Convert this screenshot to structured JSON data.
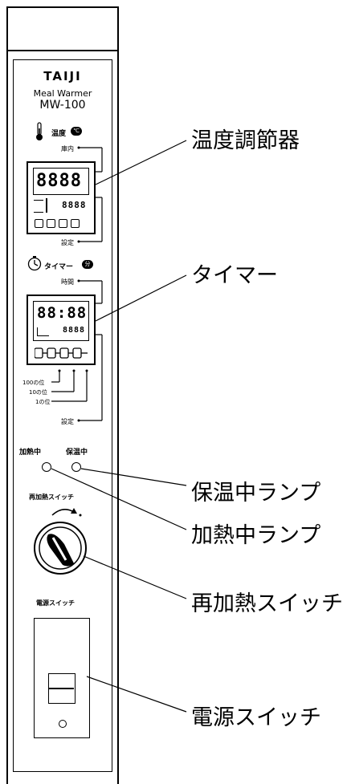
{
  "brand": {
    "name": "TAIJI",
    "product": "Meal Warmer",
    "model": "MW-100"
  },
  "temperature": {
    "title": "温度",
    "unit_badge": "℃",
    "label_display": "庫内",
    "display_value": "8888",
    "sub_value": "8888",
    "label_setting": "設定"
  },
  "timer": {
    "title": "タイマー",
    "unit_badge": "分",
    "label_time": "時間",
    "display_value": "88:88",
    "sub_value": "8888",
    "digit_labels": [
      "100の位",
      "10の位",
      "1の位"
    ],
    "label_setting": "設定"
  },
  "lamps": {
    "heating": "加熱中",
    "warming": "保温中"
  },
  "reheat_switch": {
    "label": "再加熱スイッチ"
  },
  "power_switch": {
    "label": "電源スイッチ"
  },
  "callouts": {
    "temp_controller": "温度調節器",
    "timer": "タイマー",
    "warming_lamp": "保温中ランプ",
    "heating_lamp": "加熱中ランプ",
    "reheat_switch": "再加熱スイッチ",
    "power_switch": "電源スイッチ"
  }
}
